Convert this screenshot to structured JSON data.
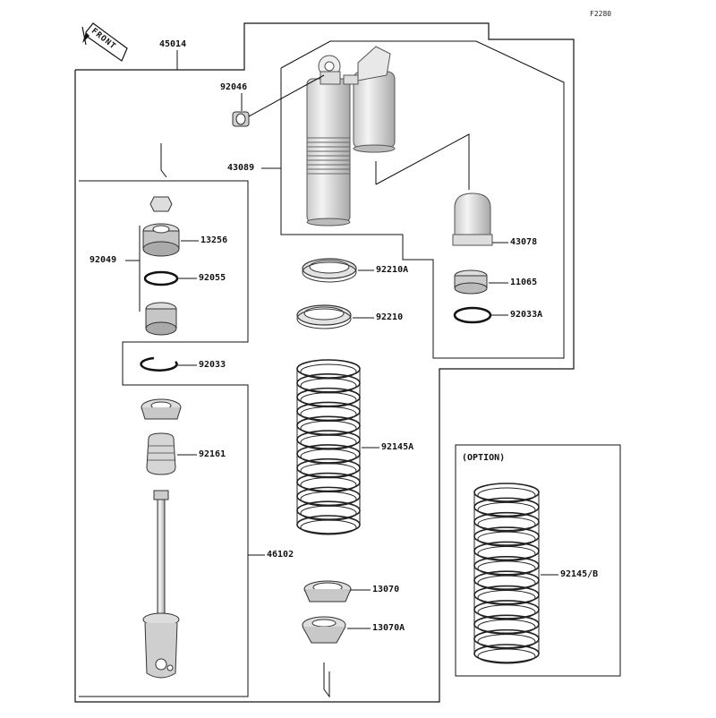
{
  "diagram_code": "F2280",
  "front_label": "FRONT",
  "option_label": "(OPTION)",
  "parts": {
    "p45014": "45014",
    "p92046": "92046",
    "p43089": "43089",
    "p13256": "13256",
    "p92049": "92049",
    "p92055": "92055",
    "p43078": "43078",
    "p92210A": "92210A",
    "p11065": "11065",
    "p92210": "92210",
    "p92033A": "92033A",
    "p92033": "92033",
    "p92145A": "92145A",
    "p92161": "92161",
    "p92145B": "92145/B",
    "p46102": "46102",
    "p13070": "13070",
    "p13070A": "13070A"
  },
  "colors": {
    "line": "#111111",
    "part_fill": "#e6e6e6",
    "part_shade": "#bdbdbd"
  }
}
